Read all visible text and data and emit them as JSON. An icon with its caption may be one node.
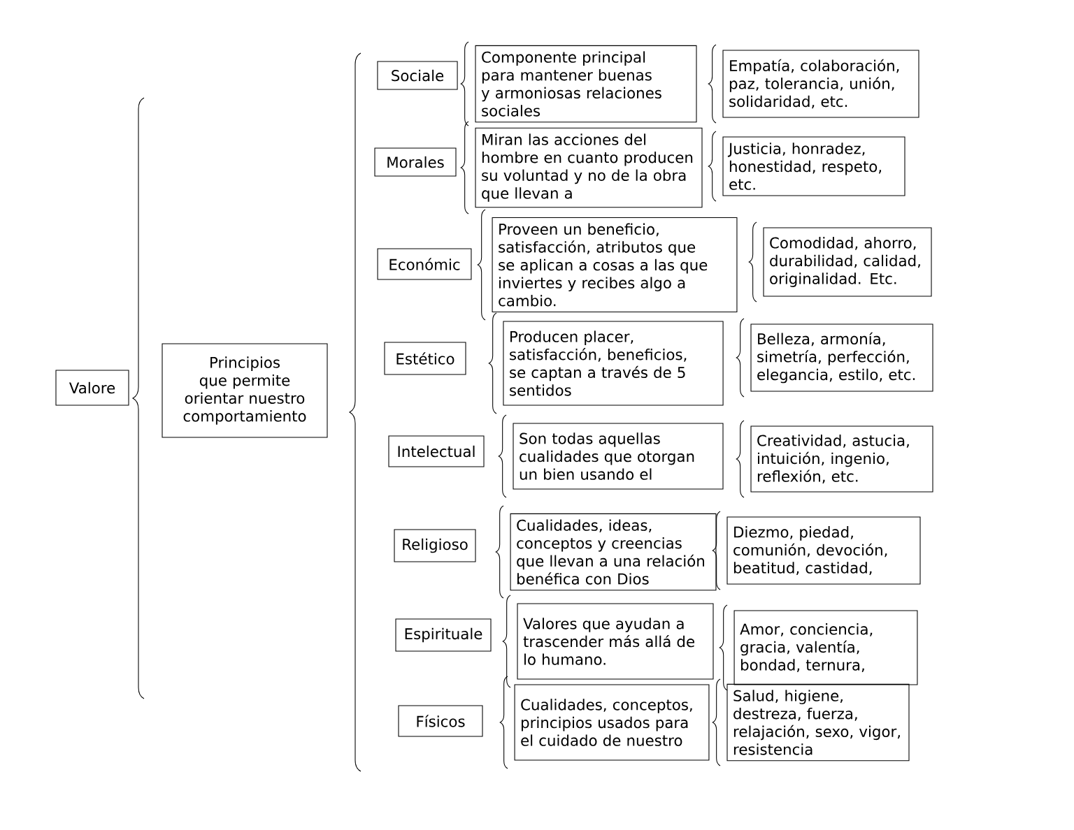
{
  "diagram": {
    "nodes": [
      {
        "text": [
          "Valore"
        ]
      },
      {
        "text": [
          "Principios que permite orientar nuestro comportamiento"
        ]
      },
      {
        "text": [
          "Sociale"
        ]
      },
      {
        "text": [
          "Componente principal para mantener buenas y armoniosas relaciones sociales"
        ]
      },
      {
        "text": [
          "Empatía, colaboración, paz, tolerancia, unión, solidaridad, etc."
        ]
      },
      {
        "text": [
          "Morales"
        ]
      },
      {
        "text": [
          "Miran las acciones del hombre en cuanto producen su voluntad y no de la obra que llevan a"
        ]
      },
      {
        "text": [
          "Justicia, honradez, honestidad, respeto, etc."
        ]
      },
      {
        "text": [
          "Económic"
        ]
      },
      {
        "text": [
          "Proveen un beneficio, satisfacción, atributos que se aplican a cosas a las que inviertes y recibes algo a cambio."
        ]
      },
      {
        "text": [
          "Comodidad, ahorro, durabilidad, calidad, originalidad. Etc."
        ]
      },
      {
        "text": [
          "Estético"
        ]
      },
      {
        "text": [
          "Producen placer, satisfacción, beneficios, se captan a través de 5 sentidos"
        ]
      },
      {
        "text": [
          "Belleza, armonía, simetría, perfección, elegancia, estilo, etc."
        ]
      },
      {
        "text": [
          "Intelectual"
        ]
      },
      {
        "text": [
          "Son todas aquellas cualidades que otorgan un bien usando el"
        ]
      },
      {
        "text": [
          "Creatividad, astucia, intuición, ingenio, reflexión, etc."
        ]
      },
      {
        "text": [
          "Religioso"
        ]
      },
      {
        "text": [
          "Cualidades, ideas, conceptos y creencias que llevan a una relación benéfica con Dios"
        ]
      },
      {
        "text": [
          "Diezmo, piedad, comunión, devoción, beatitud, castidad,"
        ]
      },
      {
        "text": [
          "Espirituale"
        ]
      },
      {
        "text": [
          "Valores que ayudan a trascender más allá de lo humano."
        ]
      },
      {
        "text": [
          "Amor, conciencia, gracia, valentía, bondad, ternura,"
        ]
      },
      {
        "text": [
          "Físicos"
        ]
      },
      {
        "text": [
          "Cualidades, conceptos, principios usados para el cuidado de nuestro"
        ]
      },
      {
        "text": [
          "Salud, higiene, destreza, fuerza, relajación, sexo, vigor, resistencia"
        ]
      }
    ]
  }
}
